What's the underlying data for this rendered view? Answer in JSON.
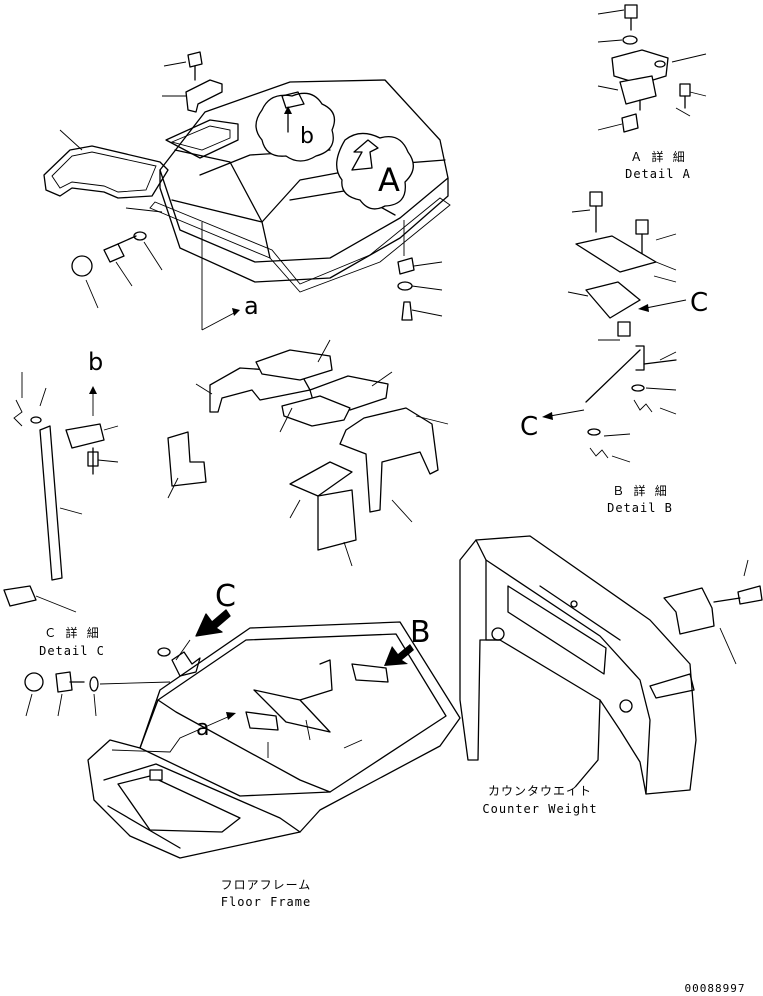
{
  "callouts": {
    "A": "A",
    "B": "B",
    "C_upper": "C",
    "C_lower": "C",
    "C_detail": "C",
    "b_upper": "b",
    "b_lower": "b",
    "a_upper": "a",
    "a_lower": "a"
  },
  "detail_a": {
    "jp": "Ａ 詳 細",
    "en": "Detail A"
  },
  "detail_b": {
    "jp": "Ｂ 詳 細",
    "en": "Detail B"
  },
  "detail_c": {
    "jp": "Ｃ 詳 細",
    "en": "Detail C"
  },
  "counter_weight": {
    "jp": "カウンタウエイト",
    "en": "Counter Weight"
  },
  "floor_frame": {
    "jp": "フロアフレーム",
    "en": "Floor Frame"
  },
  "drawing_number": "00088997"
}
